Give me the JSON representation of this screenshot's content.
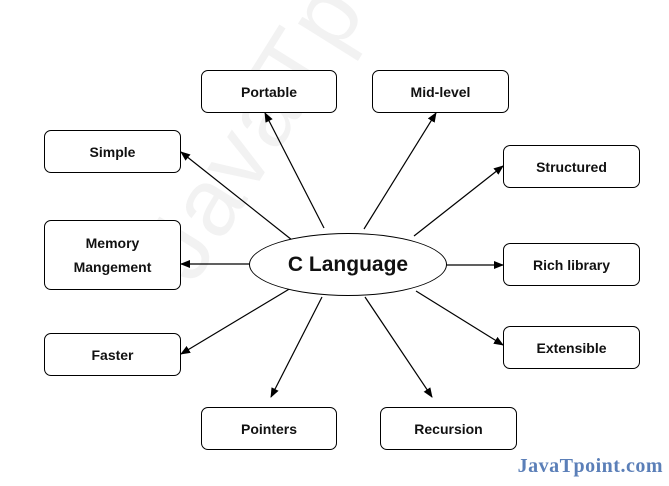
{
  "watermark": "JavaTpoint.com",
  "center": {
    "label": "C Language"
  },
  "features": {
    "portable": "Portable",
    "midlevel": "Mid-level",
    "simple": "Simple",
    "structured": "Structured",
    "memory": "Memory\nMangement",
    "richlibrary": "Rich library",
    "faster": "Faster",
    "extensible": "Extensible",
    "pointers": "Pointers",
    "recursion": "Recursion"
  },
  "brand": {
    "text": "JavaTpoint.com",
    "color": "#5b7fb8"
  }
}
